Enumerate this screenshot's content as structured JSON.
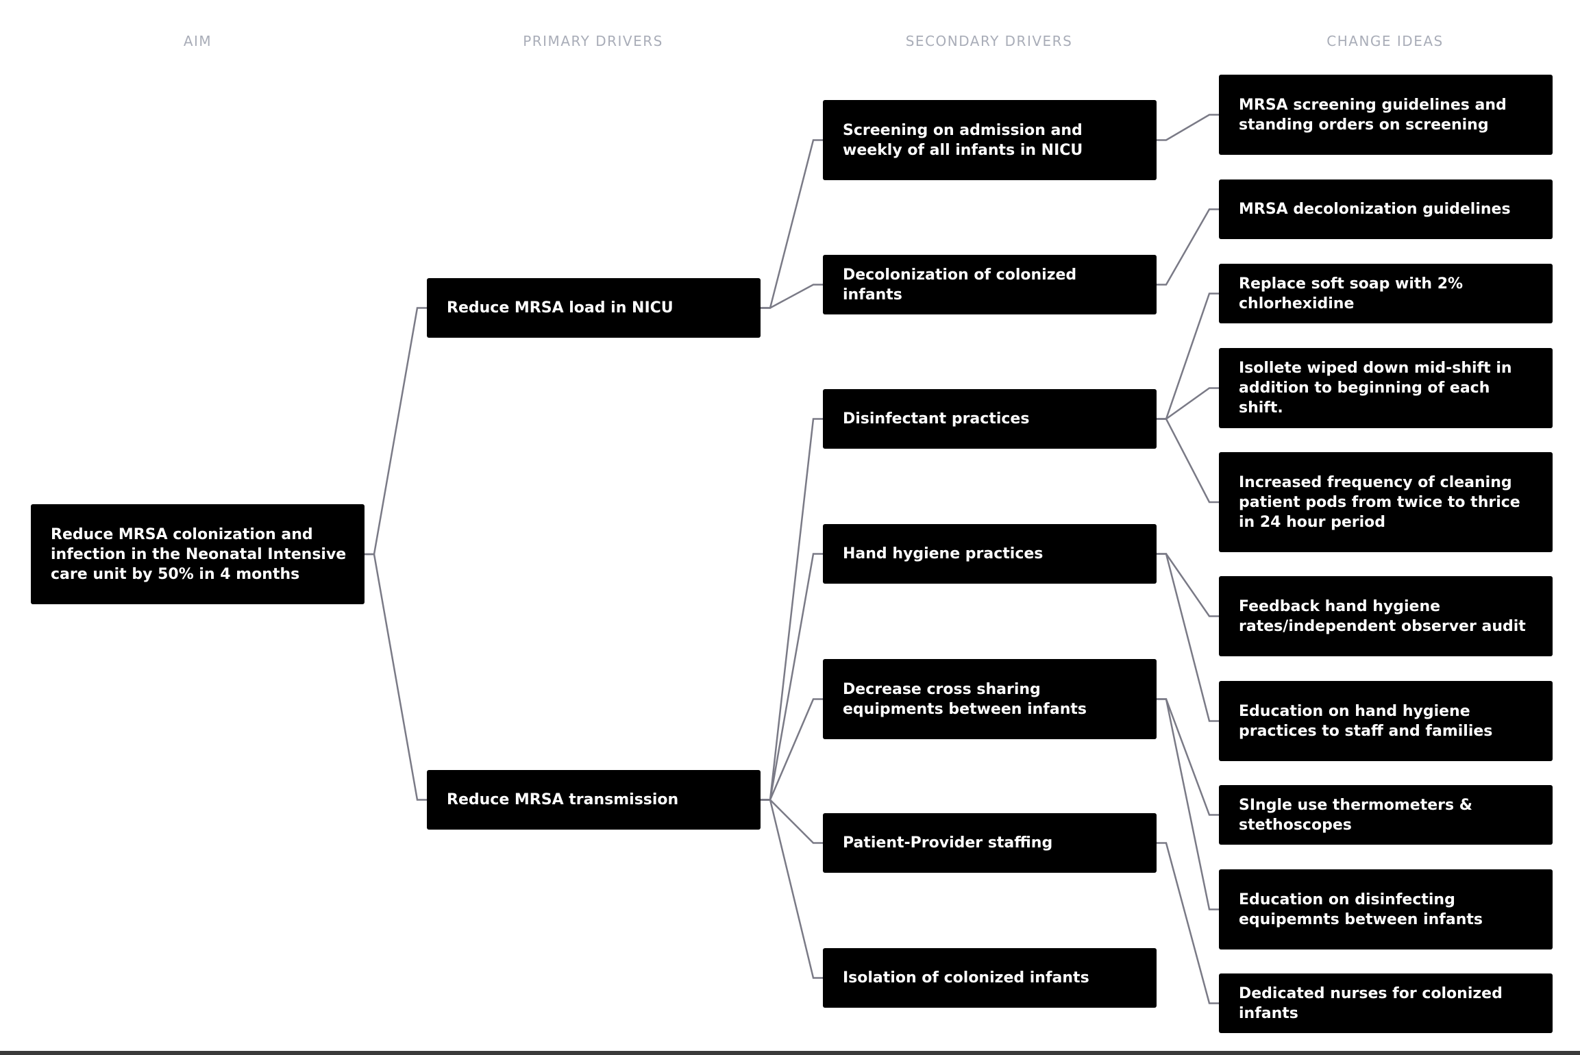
{
  "headers": {
    "aim": "AIM",
    "primary": "PRIMARY DRIVERS",
    "secondary": "SECONDARY DRIVERS",
    "change": "CHANGE IDEAS"
  },
  "aim": {
    "id": "a1",
    "text": "Reduce MRSA colonization and infection in the Neonatal Intensive care unit by 50% in 4 months"
  },
  "primary": [
    {
      "id": "p1",
      "text": "Reduce MRSA load in NICU",
      "parent": "a1"
    },
    {
      "id": "p2",
      "text": "Reduce MRSA transmission",
      "parent": "a1"
    }
  ],
  "secondary": [
    {
      "id": "s1",
      "text": "Screening on admission and weekly of all infants in NICU",
      "parent": "p1"
    },
    {
      "id": "s2",
      "text": "Decolonization of colonized infants",
      "parent": "p1"
    },
    {
      "id": "s3",
      "text": "Disinfectant practices",
      "parent": "p2"
    },
    {
      "id": "s4",
      "text": "Hand hygiene practices",
      "parent": "p2"
    },
    {
      "id": "s5",
      "text": "Decrease cross sharing equipments between infants",
      "parent": "p2"
    },
    {
      "id": "s6",
      "text": "Patient-Provider staffing",
      "parent": "p2"
    },
    {
      "id": "s7",
      "text": "Isolation of colonized infants",
      "parent": "p2"
    }
  ],
  "change_ideas": [
    {
      "id": "c1",
      "text": "MRSA screening guidelines and standing orders on screening",
      "parents": [
        "s1"
      ]
    },
    {
      "id": "c2",
      "text": "MRSA decolonization guidelines",
      "parents": [
        "s2"
      ]
    },
    {
      "id": "c3",
      "text": "Replace soft soap with 2% chlorhexidine",
      "parents": [
        "s3"
      ]
    },
    {
      "id": "c4",
      "text": "Isollete wiped down mid-shift in addition to beginning of each shift.",
      "parents": [
        "s3"
      ]
    },
    {
      "id": "c5",
      "text": "Increased frequency of cleaning patient pods from twice to thrice in 24 hour period",
      "parents": [
        "s3"
      ]
    },
    {
      "id": "c6",
      "text": "Feedback hand hygiene rates/independent observer audit",
      "parents": [
        "s4"
      ]
    },
    {
      "id": "c7",
      "text": "Education on hand hygiene practices to staff and families",
      "parents": [
        "s4"
      ]
    },
    {
      "id": "c8",
      "text": "SIngle use thermometers & stethoscopes",
      "parents": [
        "s5"
      ]
    },
    {
      "id": "c9",
      "text": "Education on disinfecting equipemnts between infants",
      "parents": [
        "s5"
      ]
    },
    {
      "id": "c10",
      "text": "Dedicated nurses for colonized infants",
      "parents": [
        "s6"
      ]
    }
  ]
}
